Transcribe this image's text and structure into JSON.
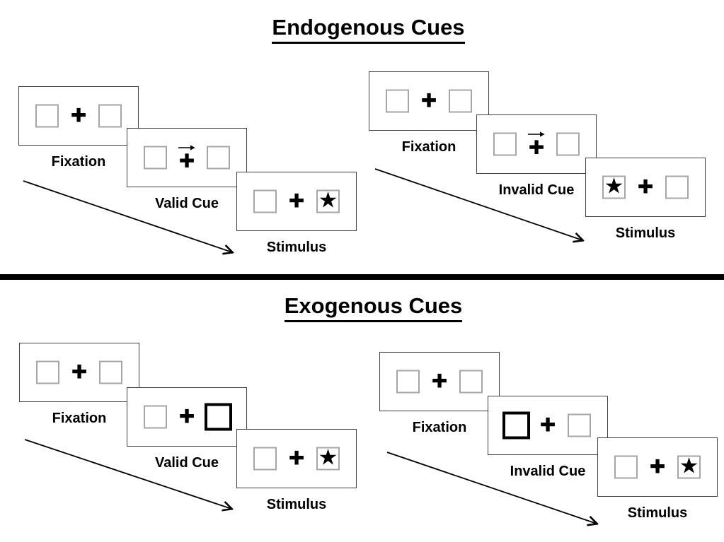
{
  "icons": {
    "plus": "✚",
    "star": "★",
    "cue_arrow": "→"
  },
  "colors": {
    "panel_border": "#404040",
    "placeholder_box_border": "#a6a6a6",
    "cue_highlight_border": "#000000",
    "divider": "#000000",
    "text": "#000000",
    "background": "#ffffff"
  },
  "sections": [
    {
      "id": "endogenous",
      "title": "Endogenous Cues",
      "groups": [
        {
          "id": "endogenous-valid",
          "panels": [
            {
              "label": "Fixation",
              "type": "fixation"
            },
            {
              "label": "Valid Cue",
              "type": "arrow-cue",
              "arrow_direction": "right"
            },
            {
              "label": "Stimulus",
              "type": "stimulus",
              "star_side": "right"
            }
          ]
        },
        {
          "id": "endogenous-invalid",
          "panels": [
            {
              "label": "Fixation",
              "type": "fixation"
            },
            {
              "label": "Invalid Cue",
              "type": "arrow-cue",
              "arrow_direction": "right"
            },
            {
              "label": "Stimulus",
              "type": "stimulus",
              "star_side": "left"
            }
          ]
        }
      ]
    },
    {
      "id": "exogenous",
      "title": "Exogenous Cues",
      "groups": [
        {
          "id": "exogenous-valid",
          "panels": [
            {
              "label": "Fixation",
              "type": "fixation"
            },
            {
              "label": "Valid Cue",
              "type": "box-cue",
              "highlighted_box": "right"
            },
            {
              "label": "Stimulus",
              "type": "stimulus",
              "star_side": "right"
            }
          ]
        },
        {
          "id": "exogenous-invalid",
          "panels": [
            {
              "label": "Fixation",
              "type": "fixation"
            },
            {
              "label": "Invalid Cue",
              "type": "box-cue",
              "highlighted_box": "left"
            },
            {
              "label": "Stimulus",
              "type": "stimulus",
              "star_side": "right"
            }
          ]
        }
      ]
    }
  ]
}
